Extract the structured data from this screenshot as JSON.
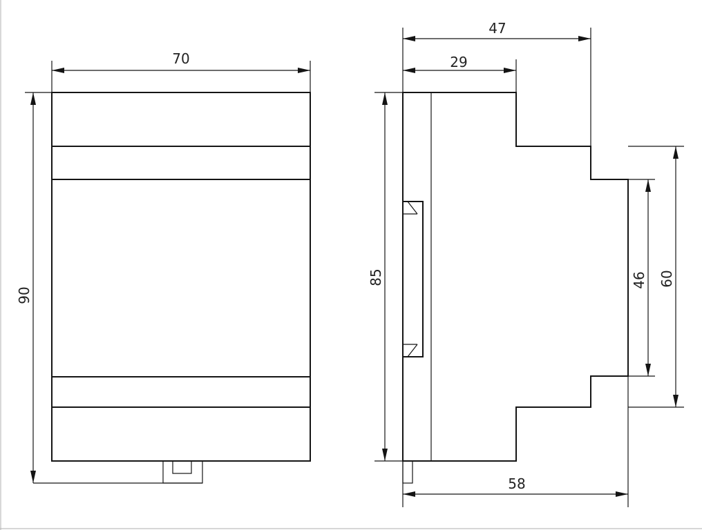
{
  "drawing": {
    "front_view": {
      "width_label": "70",
      "height_label": "90"
    },
    "side_view": {
      "total_depth_label": "47",
      "upper_depth_label": "29",
      "body_height_label": "85",
      "front_step_height_label": "60",
      "top_step_height_label": "46",
      "overall_depth_label": "58"
    }
  }
}
